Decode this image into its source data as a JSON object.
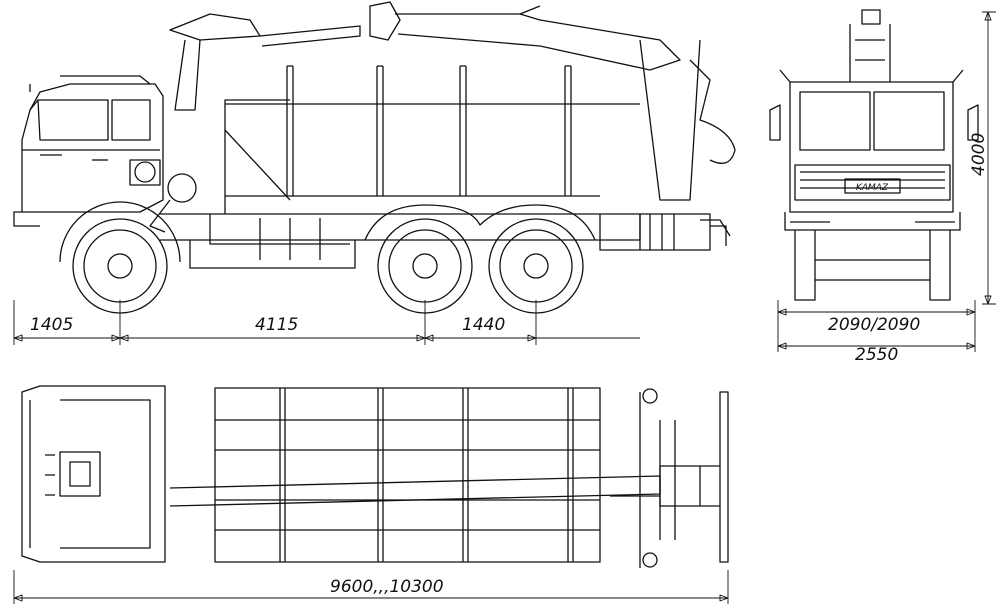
{
  "colors": {
    "ink": "#111111",
    "paper": "#ffffff"
  },
  "brand_plate": "KAMAZ",
  "dimensions": {
    "front_overhang": "1405",
    "wheelbase": "4115",
    "bogie_spacing": "1440",
    "track": "2090/2090",
    "width": "2550",
    "height": "4000",
    "length": "9600,,,10300"
  }
}
